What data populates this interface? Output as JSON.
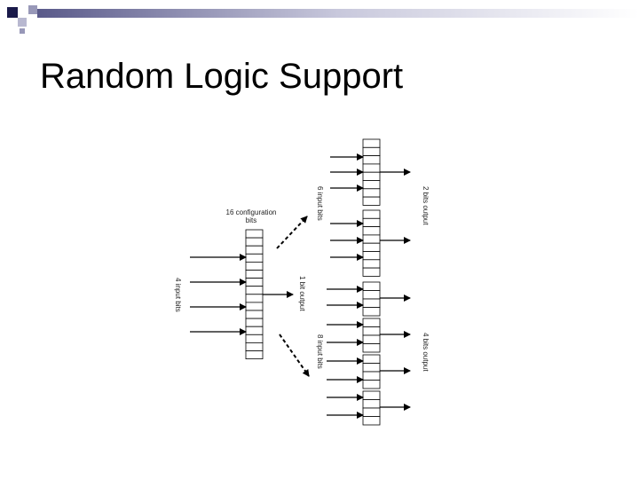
{
  "slide": {
    "title": "Random Logic Support"
  },
  "diagram": {
    "config_label_line1": "16 configuration",
    "config_label_line2": "bits",
    "input_bits_left": "4 input bits",
    "output_1bit": "1 bit output",
    "input_6bits": "6 input bits",
    "output_2bits": "2 bits output",
    "input_8bits": "8 input bits",
    "output_4bits": "4 bits output"
  },
  "colors": {
    "deco_dark": "#1a1a4a",
    "line": "#000000"
  }
}
